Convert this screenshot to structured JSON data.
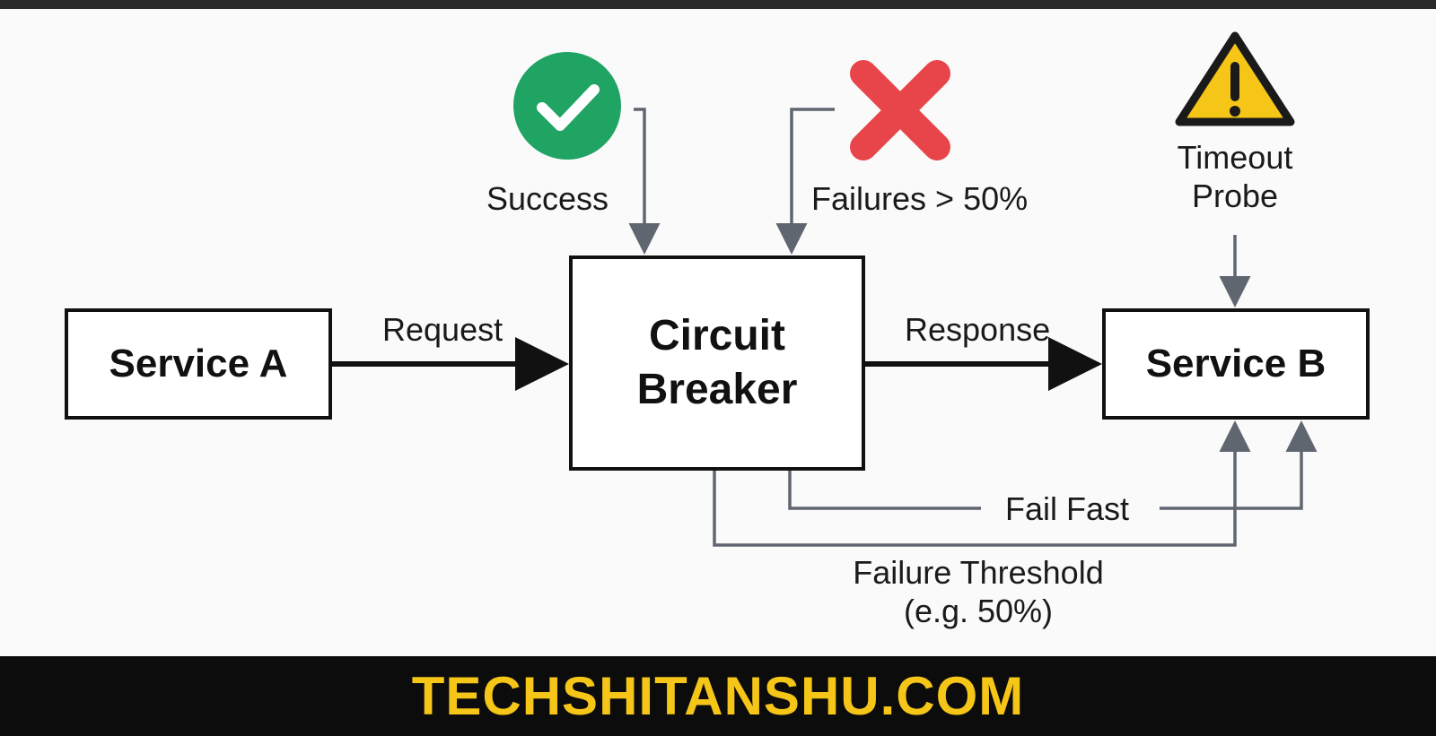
{
  "nodes": {
    "service_a": "Service A",
    "circuit_breaker_line1": "Circuit",
    "circuit_breaker_line2": "Breaker",
    "service_b": "Service B"
  },
  "edges": {
    "request": "Request",
    "response": "Response",
    "success": "Success",
    "failures": "Failures > 50%",
    "timeout_line1": "Timeout",
    "timeout_line2": "Probe",
    "fail_fast": "Fail Fast",
    "threshold_line1": "Failure Threshold",
    "threshold_line2": "(e.g. 50%)"
  },
  "icons": {
    "success": "check-circle-icon",
    "failure": "red-x-icon",
    "timeout": "warning-triangle-icon"
  },
  "colors": {
    "success_green": "#1fa463",
    "failure_red": "#e8454a",
    "warning_yellow": "#f5c518",
    "connector_gray": "#5f6670",
    "footer_text": "#f5c518"
  },
  "footer": {
    "brand": "TECHSHITANSHU.COM"
  }
}
